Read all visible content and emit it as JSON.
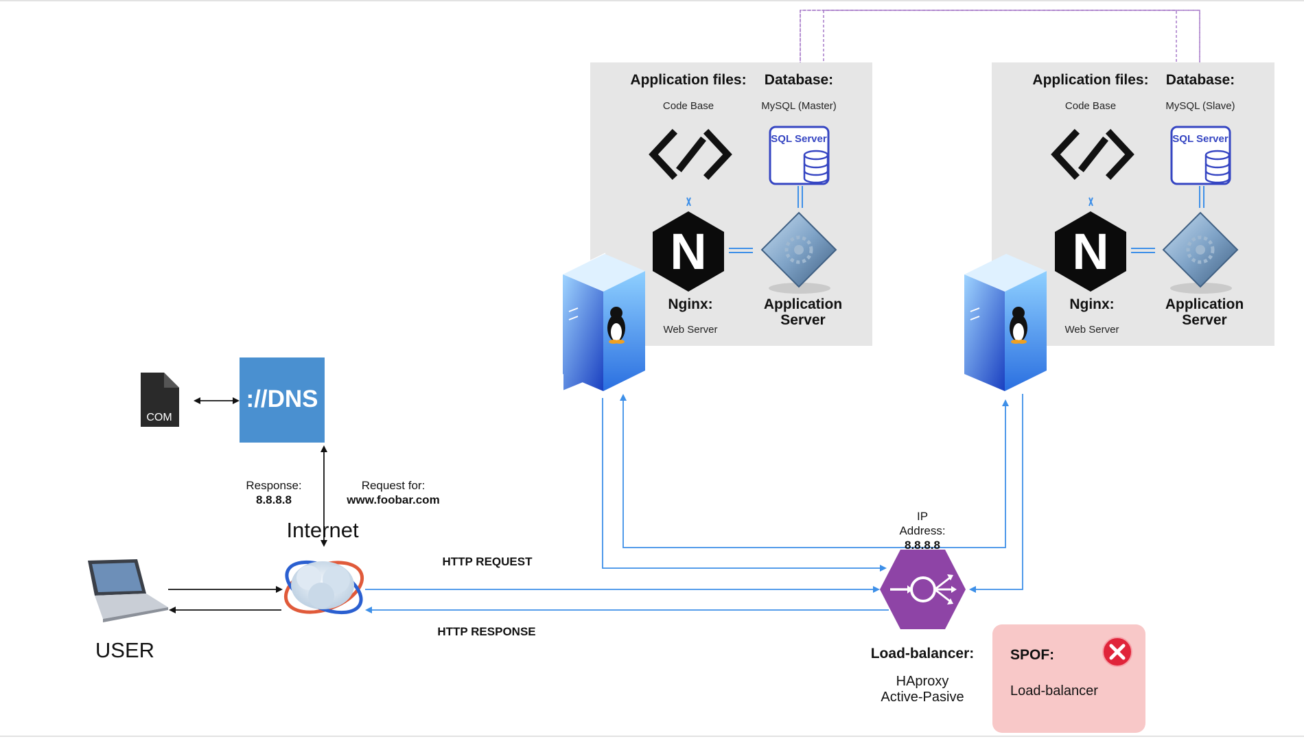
{
  "servers": [
    {
      "files_title": "Application files:",
      "files_sub": "Code Base",
      "db_title": "Database:",
      "db_sub": "MySQL (Master)",
      "sql_badge": "SQL Server",
      "nginx_letter": "N",
      "nginx_title": "Nginx:",
      "nginx_sub": "Web Server",
      "app_title_1": "Application",
      "app_title_2": "Server"
    },
    {
      "files_title": "Application files:",
      "files_sub": "Code Base",
      "db_title": "Database:",
      "db_sub": "MySQL (Slave)",
      "sql_badge": "SQL Server",
      "nginx_letter": "N",
      "nginx_title": "Nginx:",
      "nginx_sub": "Web Server",
      "app_title_1": "Application",
      "app_title_2": "Server"
    }
  ],
  "dns": {
    "label": "://DNS",
    "com_label": "COM",
    "response_label": "Response:",
    "response_value": "8.8.8.8",
    "request_label": "Request for:",
    "request_value": "www.foobar.com"
  },
  "internet_label": "Internet",
  "user_label": "USER",
  "http_request": "HTTP REQUEST",
  "http_response": "HTTP RESPONSE",
  "ip": {
    "line1": "IP",
    "line2": "Address:",
    "value": "8.8.8.8"
  },
  "load_balancer": {
    "title": "Load-balancer:",
    "line1": "HAproxy",
    "line2": "Active-Pasive"
  },
  "spof": {
    "title": "SPOF:",
    "text": "Load-balancer"
  },
  "colors": {
    "flow_blue": "#3d8fe8",
    "replication_purple": "#a679c8",
    "panel_gray": "#e6e6e6",
    "dns_blue": "#4a90d0",
    "lb_purple": "#8e44a6",
    "spof_pink": "#f8c8c8",
    "spof_icon_red": "#e0243a",
    "sql_blue": "#3545c2"
  }
}
